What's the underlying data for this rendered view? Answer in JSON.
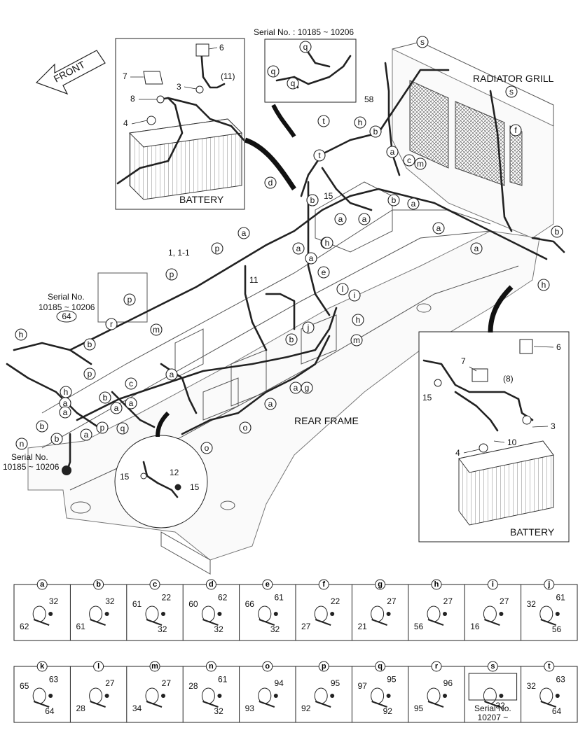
{
  "diagram": {
    "labels": {
      "front": "FRONT",
      "radiator_grill": "RADIATOR GRILL",
      "rear_frame": "REAR FRAME",
      "battery_top": "BATTERY",
      "battery_right": "BATTERY",
      "serial_top": "Serial No. : 10185 ~ 10206",
      "serial_left_a": "Serial No.",
      "serial_left_b": "10185 ~ 10206",
      "serial_left2_a": "Serial No.",
      "serial_left2_b": "10185 ~ 10206",
      "serial_s_a": "Serial No.",
      "serial_s_b": "10207 ~"
    },
    "numbers": {
      "n6a": "6",
      "n7a": "7",
      "n8a": "8",
      "n4a": "4",
      "n3a": "3",
      "n11p": "(11)",
      "n58": "58",
      "n15a": "15",
      "n111": "1, 1-1",
      "n11": "11",
      "n64": "64",
      "n6b": "6",
      "n7b": "7",
      "n8p": "(8)",
      "n15b": "15",
      "n3b": "3",
      "n10": "10",
      "n4b": "4",
      "n12": "12",
      "n15c": "15",
      "n15d": "15"
    },
    "callouts": {
      "s1": "s",
      "s2": "s",
      "f1": "f",
      "q1": "q",
      "q2": "q",
      "q3": "q",
      "t1": "t",
      "t2": "t",
      "h1": "h",
      "b1": "b",
      "a1": "a",
      "c1": "c",
      "m1": "m",
      "d1": "d",
      "b2": "b",
      "a2": "a",
      "b3": "b",
      "a3": "a",
      "a4": "a",
      "a5": "a",
      "a6": "a",
      "a7": "a",
      "b4": "b",
      "h2": "h",
      "p1": "p",
      "p2": "p",
      "a8": "a",
      "a9": "a",
      "e1": "e",
      "a10": "a",
      "p3": "p",
      "l1": "l",
      "i1": "i",
      "h3": "h",
      "m2": "m",
      "j1": "j",
      "m3": "m",
      "r1": "r",
      "b5": "b",
      "h4": "h",
      "b6": "b",
      "p4": "p",
      "c2": "c",
      "a11": "a",
      "a12": "a",
      "b7": "b",
      "a13": "a",
      "a14": "a",
      "g1": "g",
      "a15": "a",
      "h5": "h",
      "a16": "a",
      "a17": "a",
      "b8": "b",
      "b9": "b",
      "p5": "p",
      "q4": "q",
      "a18": "a",
      "o1": "o",
      "o2": "o",
      "n1": "n",
      "b10": "b",
      "h6": "h"
    }
  },
  "legend_row1": [
    {
      "key": "a",
      "parts": [
        "32",
        "62"
      ]
    },
    {
      "key": "b",
      "parts": [
        "32",
        "61"
      ]
    },
    {
      "key": "c",
      "parts": [
        "61",
        "22",
        "32"
      ]
    },
    {
      "key": "d",
      "parts": [
        "60",
        "62",
        "32"
      ]
    },
    {
      "key": "e",
      "parts": [
        "66",
        "61",
        "32"
      ]
    },
    {
      "key": "f",
      "parts": [
        "22",
        "27"
      ]
    },
    {
      "key": "g",
      "parts": [
        "27",
        "21"
      ]
    },
    {
      "key": "h",
      "parts": [
        "27",
        "56"
      ]
    },
    {
      "key": "i",
      "parts": [
        "27",
        "16"
      ]
    },
    {
      "key": "j",
      "parts": [
        "32",
        "61",
        "56"
      ]
    }
  ],
  "legend_row2": [
    {
      "key": "k",
      "parts": [
        "65",
        "63",
        "64"
      ]
    },
    {
      "key": "l",
      "parts": [
        "27",
        "28"
      ]
    },
    {
      "key": "m",
      "parts": [
        "27",
        "34"
      ]
    },
    {
      "key": "n",
      "parts": [
        "28",
        "61",
        "32"
      ]
    },
    {
      "key": "o",
      "parts": [
        "94",
        "93"
      ]
    },
    {
      "key": "p",
      "parts": [
        "95",
        "92"
      ]
    },
    {
      "key": "q",
      "parts": [
        "97",
        "95",
        "92"
      ]
    },
    {
      "key": "r",
      "parts": [
        "96",
        "95"
      ]
    },
    {
      "key": "s",
      "parts": [
        "32"
      ]
    },
    {
      "key": "t",
      "parts": [
        "32",
        "63",
        "64"
      ]
    }
  ],
  "colors": {
    "line": "#222222",
    "frame": "#777777",
    "fill": "#fafafa"
  }
}
